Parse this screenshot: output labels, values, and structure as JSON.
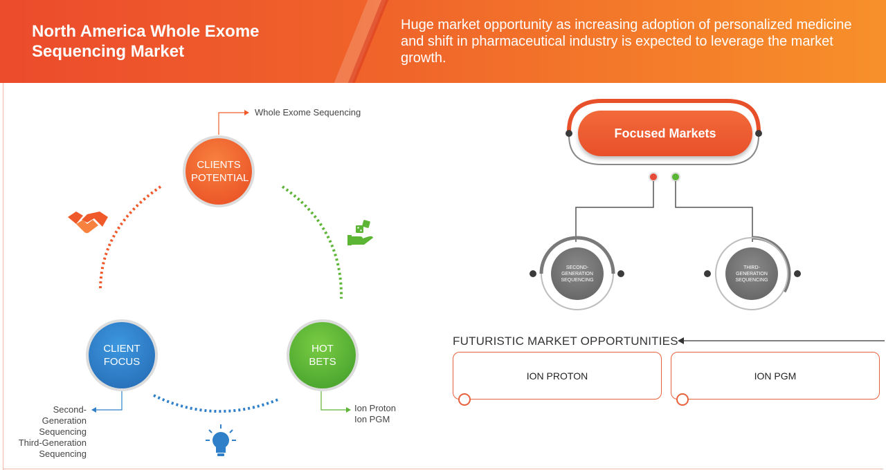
{
  "header": {
    "title": "North America Whole Exome Sequencing Market",
    "tagline": "Huge market opportunity as increasing adoption of personalized medicine and shift in pharmaceutical industry is expected to leverage the market growth."
  },
  "cycle": {
    "clients_potential": {
      "label": "CLIENTS POTENTIAL",
      "note": "Whole Exome Sequencing",
      "color": "#f05a2a"
    },
    "client_focus": {
      "label": "CLIENT FOCUS",
      "notes": [
        "Second-",
        "Generation",
        "Sequencing",
        "Third-Generation",
        "Sequencing"
      ],
      "color": "#2f7fc9"
    },
    "hot_bets": {
      "label": "HOT BETS",
      "notes": [
        "Ion Proton",
        "Ion PGM"
      ],
      "color": "#5cb535"
    }
  },
  "icons": {
    "handshake": "handshake-icon",
    "dice": "dice-hand-icon",
    "bulb": "lightbulb-icon"
  },
  "focused": {
    "title": "Focused Markets",
    "left_node": "SECOND-GENERATION SEQUENCING",
    "right_node": "THIRD-GENERATION SEQUENCING"
  },
  "futuristic": {
    "title": "FUTURISTIC MARKET OPPORTUNITIES",
    "boxes": [
      "ION PROTON",
      "ION PGM"
    ]
  },
  "colors": {
    "orange": "#f05a2a",
    "blue": "#2f7fc9",
    "green": "#5cb535",
    "gray": "#6b6b6b"
  }
}
